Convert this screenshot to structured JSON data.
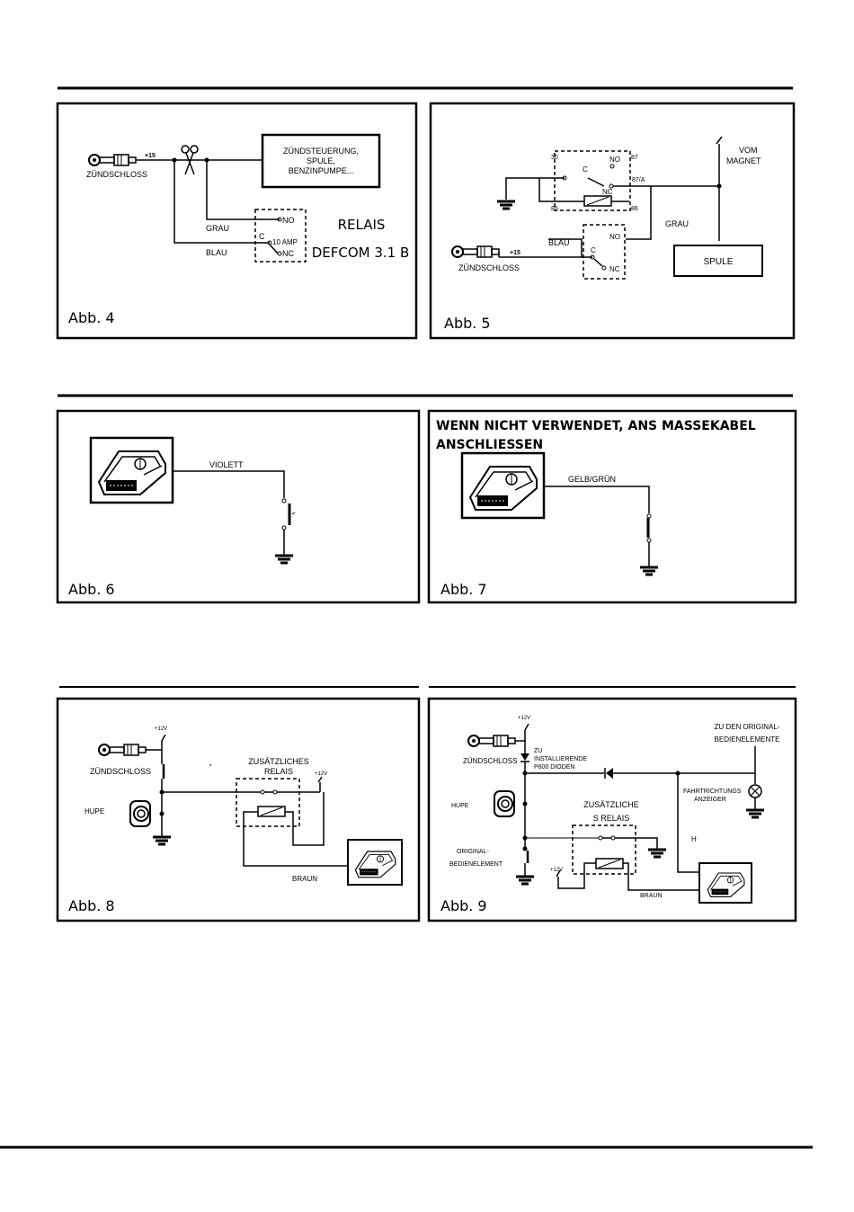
{
  "fig4": {
    "caption": "Abb. 4",
    "ignition": "ZÜNDSCHLOSS",
    "plus15": "+15",
    "box_line1": "ZÜNDSTEUERUNG,",
    "box_line2": "SPULE,",
    "box_line3": "BENZINPUMPE...",
    "grau": "GRAU",
    "blau": "BLAU",
    "no": "NO",
    "c": "C",
    "amp": "10 AMP",
    "nc": "NC",
    "relais": "RELAIS",
    "defcom": "DEFCOM 3.1 B"
  },
  "fig5": {
    "caption": "Abb. 5",
    "t30": "30",
    "t87": "87",
    "t85": "85",
    "t86": "86",
    "t87a": "87/A",
    "no": "NO",
    "c": "C",
    "nc": "NC",
    "vom": "VOM",
    "magnet": "MAGNET",
    "grau": "GRAU",
    "blau": "BLAU",
    "plus15": "+15",
    "ignition": "ZÜNDSCHLOSS",
    "c2": "C",
    "no2": "NO",
    "nc2": "NC",
    "spule": "SPULE"
  },
  "fig6": {
    "caption": "Abb. 6",
    "violett": "VIOLETT"
  },
  "fig7": {
    "caption": "Abb. 7",
    "header_line1": "WENN NICHT VERWENDET, ANS MASSEKABEL",
    "header_line2": "ANSCHLIESSEN",
    "gelbgruen": "GELB/GRÜN"
  },
  "fig8": {
    "caption": "Abb. 8",
    "plus12": "+12V",
    "ignition": "ZÜNDSCHLOSS",
    "hupe": "HUPE",
    "relais_line1": "ZUSÄTZLICHES",
    "relais_line2": "RELAIS",
    "plus12b": "+12V",
    "braun": "BRAUN"
  },
  "fig9": {
    "caption": "Abb. 9",
    "plus12": "+12V",
    "ignition": "ZÜNDSCHLOSS",
    "zu": "ZU",
    "install": "INSTALLIERENDE",
    "dioden": "P600 DIODEN",
    "orig_line1": "ZU DEN ORIGINAL-",
    "orig_line2": "BEDIENELEMENTE",
    "fahr_line1": "FAHRTRICHTUNGS",
    "fahr_line2": "ANZEIGER",
    "hupe": "HUPE",
    "relais_line1": "ZUSÄTZLICHE",
    "relais_line2": "S RELAIS",
    "h": "H",
    "bed_line1": "ORIGINAL-",
    "bed_line2": "BEDIENELEMENT",
    "plus12b": "+12V",
    "braun": "BRAUN"
  }
}
